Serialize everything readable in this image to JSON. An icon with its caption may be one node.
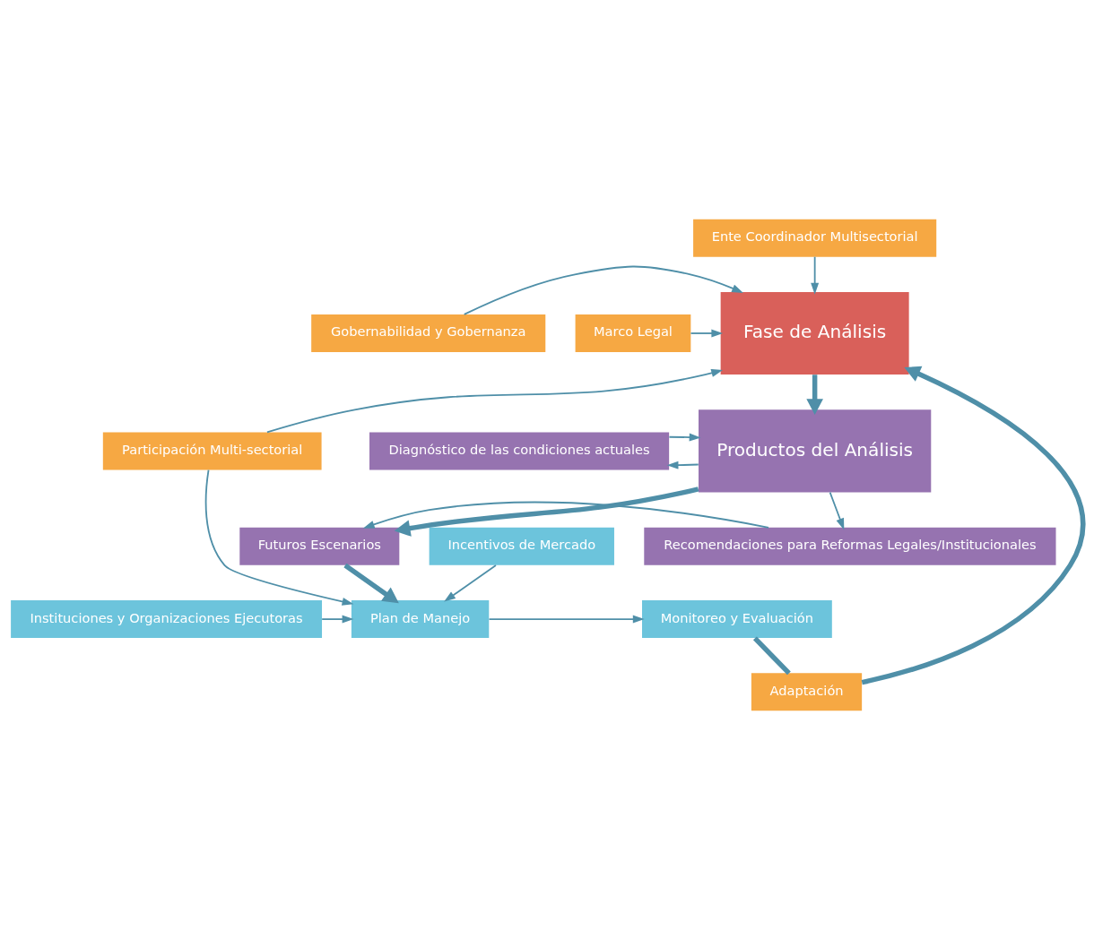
{
  "diagram": {
    "nodes": [
      {
        "text": [
          "Marco Legal"
        ]
      },
      {
        "text": [
          "Fase de Análisis"
        ]
      },
      {
        "text": [
          "Gobernabilidad y Gobernanza"
        ]
      },
      {
        "text": [
          "Ente Coordinador Multisectorial"
        ]
      },
      {
        "text": [
          "Adaptación"
        ]
      },
      {
        "text": [
          "Participación Multi-sectorial"
        ]
      },
      {
        "text": [
          "Productos del Análisis"
        ]
      },
      {
        "text": [
          "Diagnóstico de las condiciones actuales"
        ]
      },
      {
        "text": [
          "Futuros Escenarios"
        ]
      },
      {
        "text": [
          "Recomendaciones para Reformas Legales/Institucionales"
        ]
      },
      {
        "text": [
          "Incentivos de Mercado"
        ]
      },
      {
        "text": [
          "Monitoreo y Evaluación"
        ]
      },
      {
        "text": [
          "Plan de Manejo"
        ]
      },
      {
        "text": [
          "Instituciones y Organizaciones Ejecutoras"
        ]
      }
    ],
    "edges": [
      {
        "from": 0,
        "to": 1,
        "arrow": "to"
      },
      {
        "from": 2,
        "to": 1,
        "arrow": "to"
      },
      {
        "from": 3,
        "to": 1,
        "arrow": "to"
      },
      {
        "from": 5,
        "to": 1,
        "arrow": "to"
      },
      {
        "from": 4,
        "to": 1,
        "arrow": "to",
        "style": "thick"
      },
      {
        "from": 1,
        "to": 6,
        "arrow": "to",
        "style": "thick"
      },
      {
        "from": 6,
        "to": 7,
        "arrow": "to"
      },
      {
        "from": 7,
        "to": 6,
        "arrow": "to"
      },
      {
        "from": 6,
        "to": 9,
        "arrow": "to"
      },
      {
        "from": 6,
        "to": 8,
        "arrow": "to",
        "style": "thick"
      },
      {
        "from": 9,
        "to": 8,
        "arrow": "to"
      },
      {
        "from": 8,
        "to": 12,
        "arrow": "to",
        "style": "thick"
      },
      {
        "from": 5,
        "to": 12,
        "arrow": "to"
      },
      {
        "from": 10,
        "to": 12,
        "arrow": "to"
      },
      {
        "from": 13,
        "to": 12,
        "arrow": "to"
      },
      {
        "from": 12,
        "to": 11,
        "arrow": "to"
      },
      {
        "from": 11,
        "to": 4,
        "arrow": "none",
        "style": "thick"
      }
    ]
  }
}
